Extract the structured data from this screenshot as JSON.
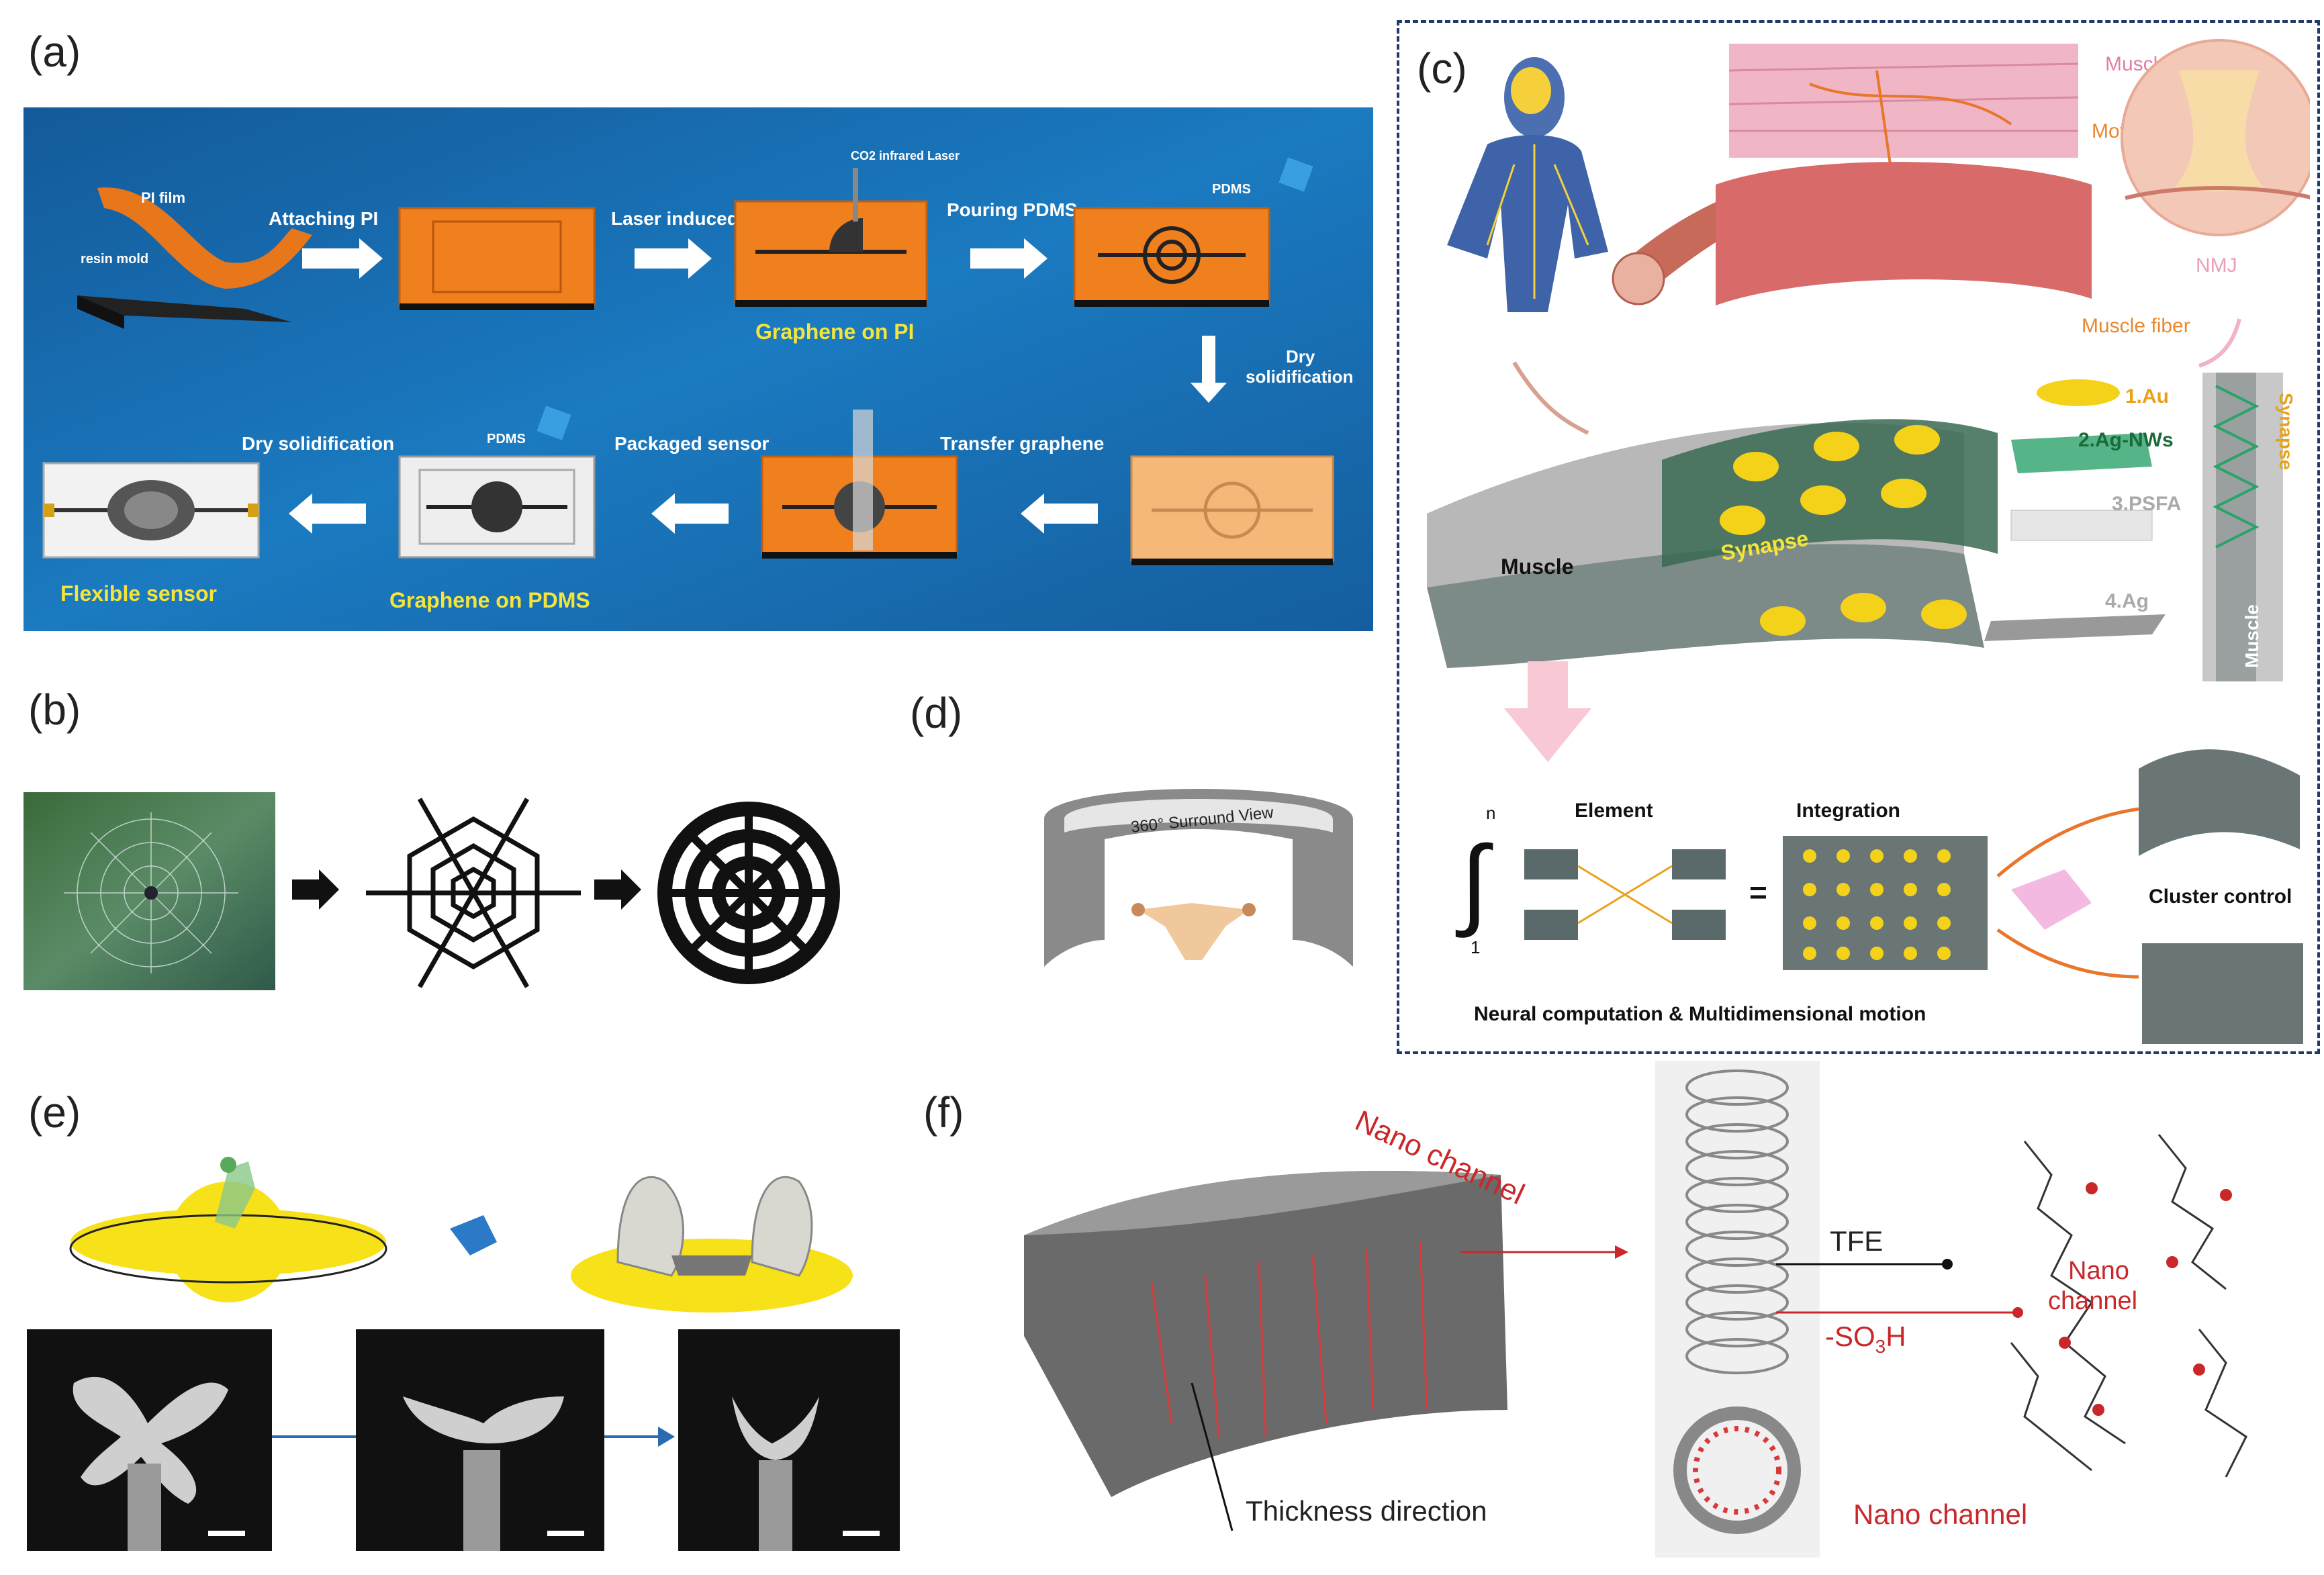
{
  "panels": {
    "a": {
      "label": "(a)",
      "steps": {
        "pi_film": "PI film",
        "resin_mold": "resin mold",
        "attaching": "Attaching PI",
        "laser": "Laser induced",
        "co2": "CO2 infrared Laser",
        "pouring": "Pouring PDMS",
        "pdms1": "PDMS",
        "graphene_pi": "Graphene on PI",
        "dry1": "Dry",
        "dry1b": "solidification",
        "transfer": "Transfer graphene",
        "packaged": "Packaged sensor",
        "pdms2": "PDMS",
        "dry2": "Dry solidification",
        "graphene_pdms": "Graphene on PDMS",
        "flexible": "Flexible sensor"
      }
    },
    "b": {
      "label": "(b)"
    },
    "c": {
      "label": "(c)",
      "muscle_cell": "Muscle Cell",
      "motor_neuron": "Motor Neuron",
      "muscle_fiber": "Muscle fiber",
      "nmj": "NMJ",
      "muscle": "Muscle",
      "synapse": "Synapse",
      "layers": [
        "1.Au",
        "2.Ag-NWs",
        "3.PSFA",
        "4.Ag"
      ],
      "side_synapse": "Synapse",
      "side_muscle": "Muscle",
      "element": "Element",
      "integration": "Integration",
      "integral_n": "n",
      "integral_1": "1",
      "equals": "=",
      "cluster": "Cluster control",
      "caption": "Neural computation & Multidimensional motion"
    },
    "d": {
      "label": "(d)",
      "surround": "360° Surround View"
    },
    "e": {
      "label": "(e)"
    },
    "f": {
      "label": "(f)",
      "nano_channel_top": "Nano channel",
      "thickness": "Thickness direction",
      "tfe": "TFE",
      "so3h_main": "-SO",
      "so3h_sub": "3",
      "so3h_end": "H",
      "nano": "Nano",
      "channel": "channel",
      "nano_channel_bottom": "Nano channel"
    }
  },
  "colors": {
    "panel_a_bg": "#1a6fb3",
    "orange": "#f07f1e",
    "yellow": "#f5d70f",
    "red": "#c9272a",
    "navy": "#1f3a6b"
  }
}
